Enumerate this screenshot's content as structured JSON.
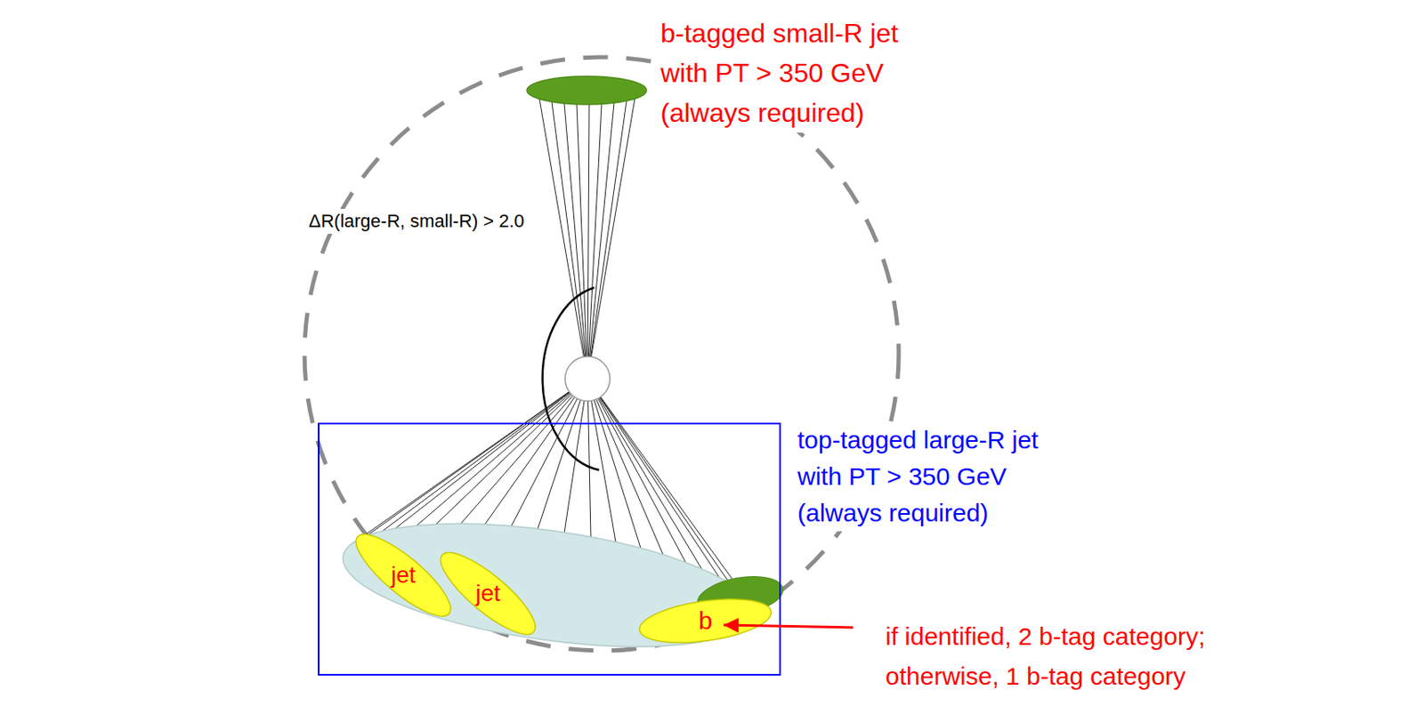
{
  "diagram": {
    "nodes": [
      {
        "text": [
          "b-tagged small-R jet with PT > 350 GeV (always required)"
        ]
      },
      {
        "text": [
          "top-tagged large-R jet with PT > 350 GeV (always required)"
        ]
      },
      {
        "text": [
          "jet"
        ],
        "in": 1
      },
      {
        "text": [
          "jet"
        ],
        "in": 1
      },
      {
        "text": [
          "b"
        ],
        "in": 1
      }
    ],
    "labels": [
      "ΔR(large-R, small-R) > 2.0",
      "if identified, 2 b-tag category; otherwise, 1 b-tag category"
    ]
  }
}
